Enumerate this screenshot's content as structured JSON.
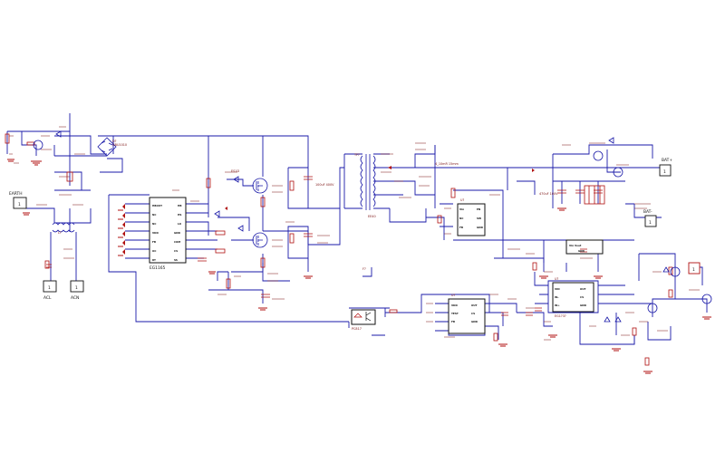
{
  "colors": {
    "wire": "#1a1aa8",
    "part": "#b01010",
    "text": "#111111",
    "label": "#7a1010"
  },
  "ports": {
    "earth": "EARTH",
    "acl": "ACL",
    "acn": "ACN",
    "bat_plus": "BAT+",
    "bat_minus": "BAT-",
    "pin1": "1"
  },
  "chips": {
    "u1": "EG1165",
    "u2_name": "U?",
    "u3_name": "U?",
    "u4_name": "U?",
    "u4_part": "EG1?3?",
    "u5_name": "U?",
    "reg_name": "Vin  Vout",
    "reg_part": "GND"
  },
  "labels": {
    "d_bridge": "GBU1010",
    "d_bridge_ref": "D?",
    "transformer": "TF?",
    "transformer_core": "EE40",
    "opto": "PC817",
    "l1": "L?",
    "diode_label": "ES1D",
    "fuse": "F?",
    "sense": "4_10mR 15mm",
    "c_out": "470uF 100V",
    "c_in": "100uF 400V"
  }
}
